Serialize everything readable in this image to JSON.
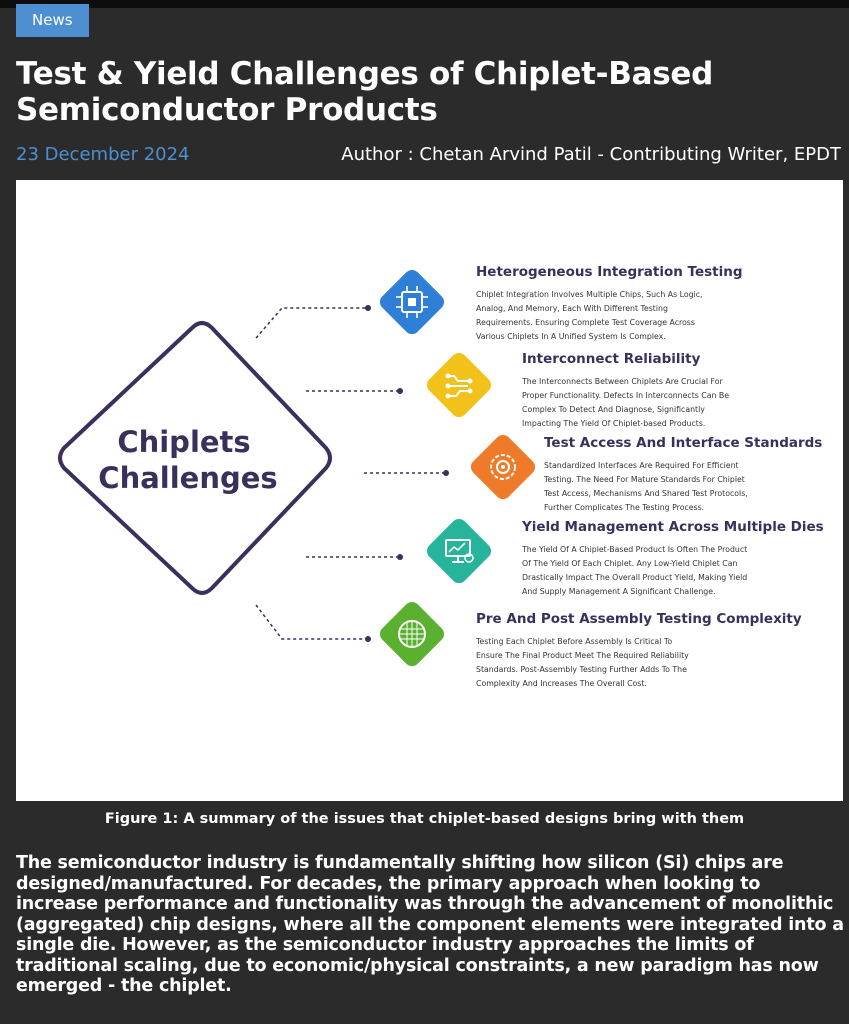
{
  "badge": "News",
  "title": "Test & Yield Challenges of Chiplet-Based Semiconductor Products",
  "date": "23 December 2024",
  "author": "Author : Chetan Arvind Patil - Contributing Writer, EPDT",
  "figure": {
    "center_title_line1": "Chiplets",
    "center_title_line2": "Challenges",
    "items": [
      {
        "heading": "Heterogeneous Integration Testing",
        "lines": [
          "Chiplet Integration Involves Multiple Chips, Such As Logic,",
          "Analog, And Memory, Each With Different Testing",
          "Requirements. Ensuring Complete Test Coverage Across",
          "Various Chiplets In A Unified System Is Complex."
        ],
        "color": "#2f7fd9",
        "icon": "chip-icon"
      },
      {
        "heading": "Interconnect Reliability",
        "lines": [
          "The Interconnects Between Chiplets Are Crucial For",
          "Proper Functionality. Defects In Interconnects Can Be",
          "Complex To Detect And Diagnose, Significantly",
          "Impacting The Yield Of Chiplet-based Products."
        ],
        "color": "#f2c21b",
        "icon": "circuit-icon"
      },
      {
        "heading": "Test Access And Interface Standards",
        "lines": [
          "Standardized Interfaces Are Required For Efficient",
          "Testing. The Need For Mature Standards For Chiplet",
          "Test Access, Mechanisms And Shared Test Protocols,",
          "Further Complicates The Testing Process."
        ],
        "color": "#ee7a2a",
        "icon": "gear-target-icon"
      },
      {
        "heading": "Yield Management Across Multiple Dies",
        "lines": [
          "The Yield Of A Chiplet-Based Product Is Often The Product",
          "Of The Yield Of Each Chiplet. Any Low-Yield Chiplet Can",
          "Drastically Impact The Overall Product Yield, Making Yield",
          "And Supply Management A Significant Challenge."
        ],
        "color": "#26b59a",
        "icon": "monitor-chart-icon"
      },
      {
        "heading": "Pre And Post Assembly Testing Complexity",
        "lines": [
          "Testing Each Chiplet Before Assembly Is Critical To",
          "Ensure The Final Product Meet The Required Reliability",
          "Standards. Post-Assembly Testing Further Adds To The",
          "Complexity And Increases The Overall Cost."
        ],
        "color": "#5bb02f",
        "icon": "wafer-icon"
      }
    ],
    "caption": "Figure 1: A summary of the issues that chiplet-based designs bring with them"
  },
  "body": "The semiconductor industry is fundamentally shifting how silicon (Si) chips are designed/manufactured. For decades, the primary approach when looking to increase performance and functionality was through the advancement of monolithic (aggregated) chip designs, where all the component elements were integrated into a single die. However, as the semiconductor industry approaches the limits of traditional scaling, due to economic/physical constraints, a new paradigm has now emerged - the chiplet."
}
